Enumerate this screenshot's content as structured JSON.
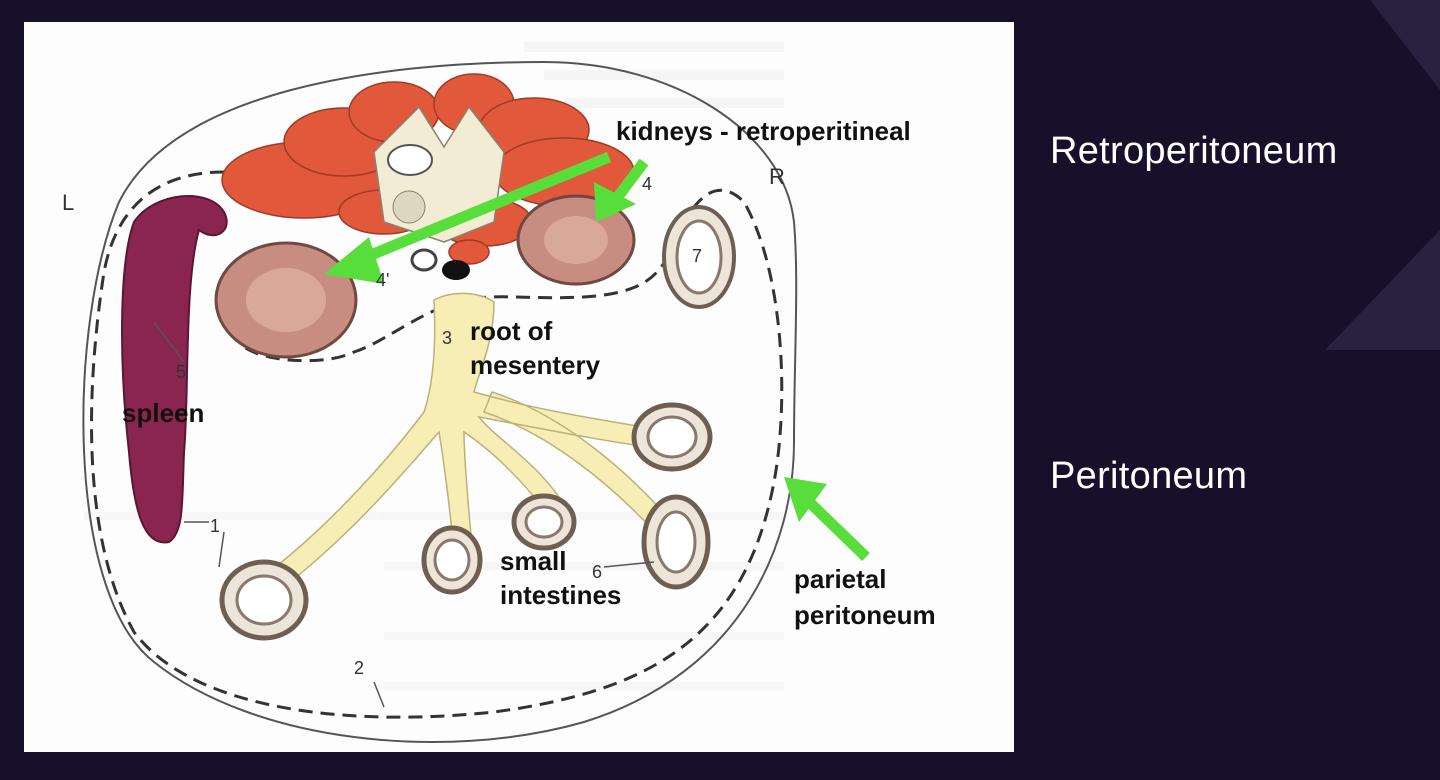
{
  "slide": {
    "heading_retroperitoneum": "Retroperitoneum",
    "heading_peritoneum": "Peritoneum"
  },
  "diagram": {
    "labels": {
      "kidneys": "kidneys - retroperitineal",
      "root_line1": "root of",
      "root_line2": "mesentery",
      "spleen": "spleen",
      "small_line1": "small",
      "small_line2": "intestines",
      "parietal_line1": "parietal",
      "parietal_line2": "peritoneum"
    },
    "letters": {
      "left": "L",
      "right": "R"
    },
    "numbers": {
      "n1": "1",
      "n2": "2",
      "n3": "3",
      "n4": "4",
      "n4p": "4'",
      "n5": "5",
      "n6": "6",
      "n7": "7"
    }
  },
  "colors": {
    "background": "#17102a",
    "arrow": "#58de3a",
    "mesentery": "#f6eeb4",
    "vertebra_muscle": "#e2583a",
    "kidney": "#c68d80",
    "spleen": "#8a2550",
    "intestine_wall": "#6e5f52"
  }
}
